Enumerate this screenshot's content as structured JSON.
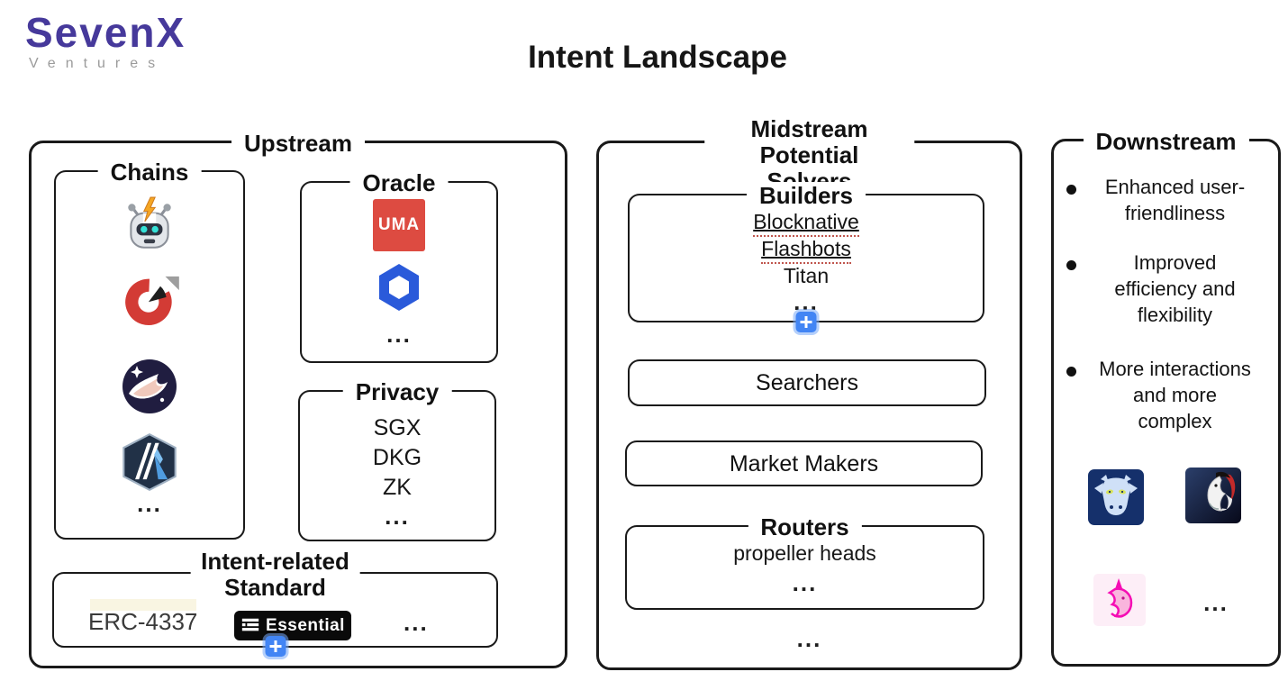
{
  "logo": {
    "name": "SevenX",
    "subtitle": "Ventures"
  },
  "title": "Intent Landscape",
  "ellipsis": "...",
  "upstream": {
    "label": "Upstream",
    "chains": {
      "label": "Chains",
      "icon_names": [
        "robot",
        "red-donut-chain",
        "navy-comet-chain",
        "arbitrum"
      ]
    },
    "oracle": {
      "label": "Oracle",
      "uma": "UMA",
      "icon_names": [
        "uma",
        "chainlink"
      ]
    },
    "privacy": {
      "label": "Privacy",
      "items": [
        "SGX",
        "DKG",
        "ZK"
      ]
    },
    "standard": {
      "label": "Intent-related\nStandard",
      "erc": "ERC-4337",
      "essential": "Essential"
    }
  },
  "midstream": {
    "label": "Midstream\nPotential Solvers",
    "builders": {
      "label": "Builders",
      "items": [
        "Blocknative",
        "Flashbots",
        "Titan"
      ]
    },
    "searchers": {
      "label": "Searchers"
    },
    "market_makers": {
      "label": "Market Makers"
    },
    "routers": {
      "label": "Routers",
      "item": "propeller heads"
    }
  },
  "downstream": {
    "label": "Downstream",
    "bullets": [
      "Enhanced user-\nfriendliness",
      "Improved\nefficiency and\nflexibility",
      "More interactions\nand more\ncomplex"
    ],
    "icon_names": [
      "cowswap",
      "1inch",
      "uniswap"
    ]
  },
  "colors": {
    "plus_button": "#4285f4",
    "uma_red": "#dd4b41",
    "chainlink_blue": "#2a5ada",
    "logo_purple": "#46399b",
    "logo_gray": "#9b9b9b",
    "link_underline": "#c0564e",
    "cow_navy": "#15306b",
    "oneinch_dark": "#10182e",
    "uniswap_pink": "#f50db4",
    "border_black": "#1a1a1a"
  }
}
